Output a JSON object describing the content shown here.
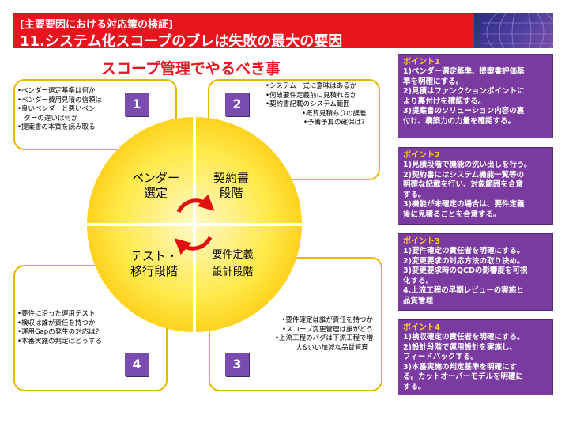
{
  "header": {
    "subtitle": "[主要要因における対応策の検証]",
    "title": "11.システム化スコープのブレは失敗の最大の要因"
  },
  "diagram_title": "スコープ管理でやるべき事",
  "quadrants": {
    "q1": {
      "number": "1",
      "label_lines": [
        "ベンダー",
        "選定"
      ],
      "notes": [
        "•ベンダー選定基準は何か",
        "•ベンダー費用見積の信頼は",
        "•良いベンダーと悪いベン",
        "　ダーの違いは何か",
        "•提案書の本質を読み取る"
      ]
    },
    "q2": {
      "number": "2",
      "label_lines": [
        "契約書",
        "段階"
      ],
      "notes": [
        "•システム一式に意味はあるか",
        "•何故要件定義前に見積れるか",
        "•契約書記載のシステム範囲",
        "•概算見積もりの誤差",
        "•予備予算の確保は?"
      ]
    },
    "q3": {
      "number": "3",
      "label_lines": [
        "要件定義",
        "設計段階"
      ],
      "notes": [
        "•要件確定は誰が責任を持つか",
        "•スコープ変更管理は誰がどう",
        "•上流工程のバグは下流工程で増",
        "大&いい加減な品質管理"
      ]
    },
    "q4": {
      "number": "4",
      "label_lines": [
        "テスト・",
        "移行段階"
      ],
      "notes": [
        "•要件に沿った運用テスト",
        "•検収は誰が責任を持つか",
        "•運用Gapの発生の対応は?",
        "•本番実施の判定はどうする"
      ]
    }
  },
  "points": [
    {
      "title": "ポイント1",
      "lines": [
        "1)ベンダー選定基準、提案書評価基",
        "準を明確にする。",
        "2)見積はファンクションポイントに",
        "より裏付けを確認する。",
        "3)提案書のソリューション内容の裏",
        "付け、構築力の力量を確認する。"
      ]
    },
    {
      "title": "ポイント2",
      "lines": [
        "1)見積段階で機能の洗い出しを行う。",
        "2)契約書にはシステム機能一覧等の",
        "明確な記載を行い、対象範囲を合意",
        "する。",
        "3)機能が未確定の場合は、要件定義",
        "後に見積ることを合意する。"
      ]
    },
    {
      "title": "ポイント3",
      "lines": [
        "1)要件確定の責任者を明確にする。",
        "2)変更要求の対応方法の取り決め。",
        "3)変更要求時のQCDの影響度を可視",
        "化する。",
        "4.上流工程の早期レビューの実施と",
        "品質管理"
      ]
    },
    {
      "title": "ポイント4",
      "lines": [
        "1)検収確定の責任者を明確にする。",
        "2)設計段階で運用設計を実施し、",
        "フィードバックする。",
        "3)本番実施の判定基準を明確にす",
        "る。カットオーバーモデルを明確に",
        "する。"
      ]
    }
  ],
  "colors": {
    "header_red": "#e8141f",
    "title_red": "#e8141f",
    "yellow_outer": "#ffd21e",
    "yellow_inner": "#fff9c8",
    "note_border": "#e8b800",
    "purple": "#7a3aa0",
    "point_title": "#ffd21e",
    "arrow_red": "#e01010"
  }
}
